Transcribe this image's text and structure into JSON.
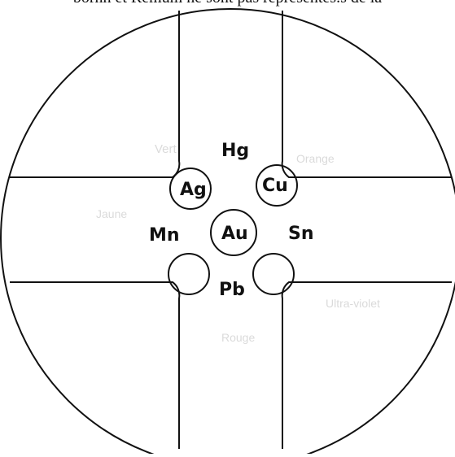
{
  "header": {
    "text": "bornh et Remum ne sont pas représentés.s de la"
  },
  "elements": {
    "center": "Au",
    "top": "Hg",
    "top_left": "Ag",
    "top_right": "Cu",
    "left": "Mn",
    "right": "Sn",
    "bottom": "Pb"
  },
  "ghost_text": {
    "ghost1": "Vert",
    "ghost2": "Orange",
    "ghost3": "Jaune",
    "ghost4": "Rouge",
    "ghost5": "Ultra-violet"
  }
}
